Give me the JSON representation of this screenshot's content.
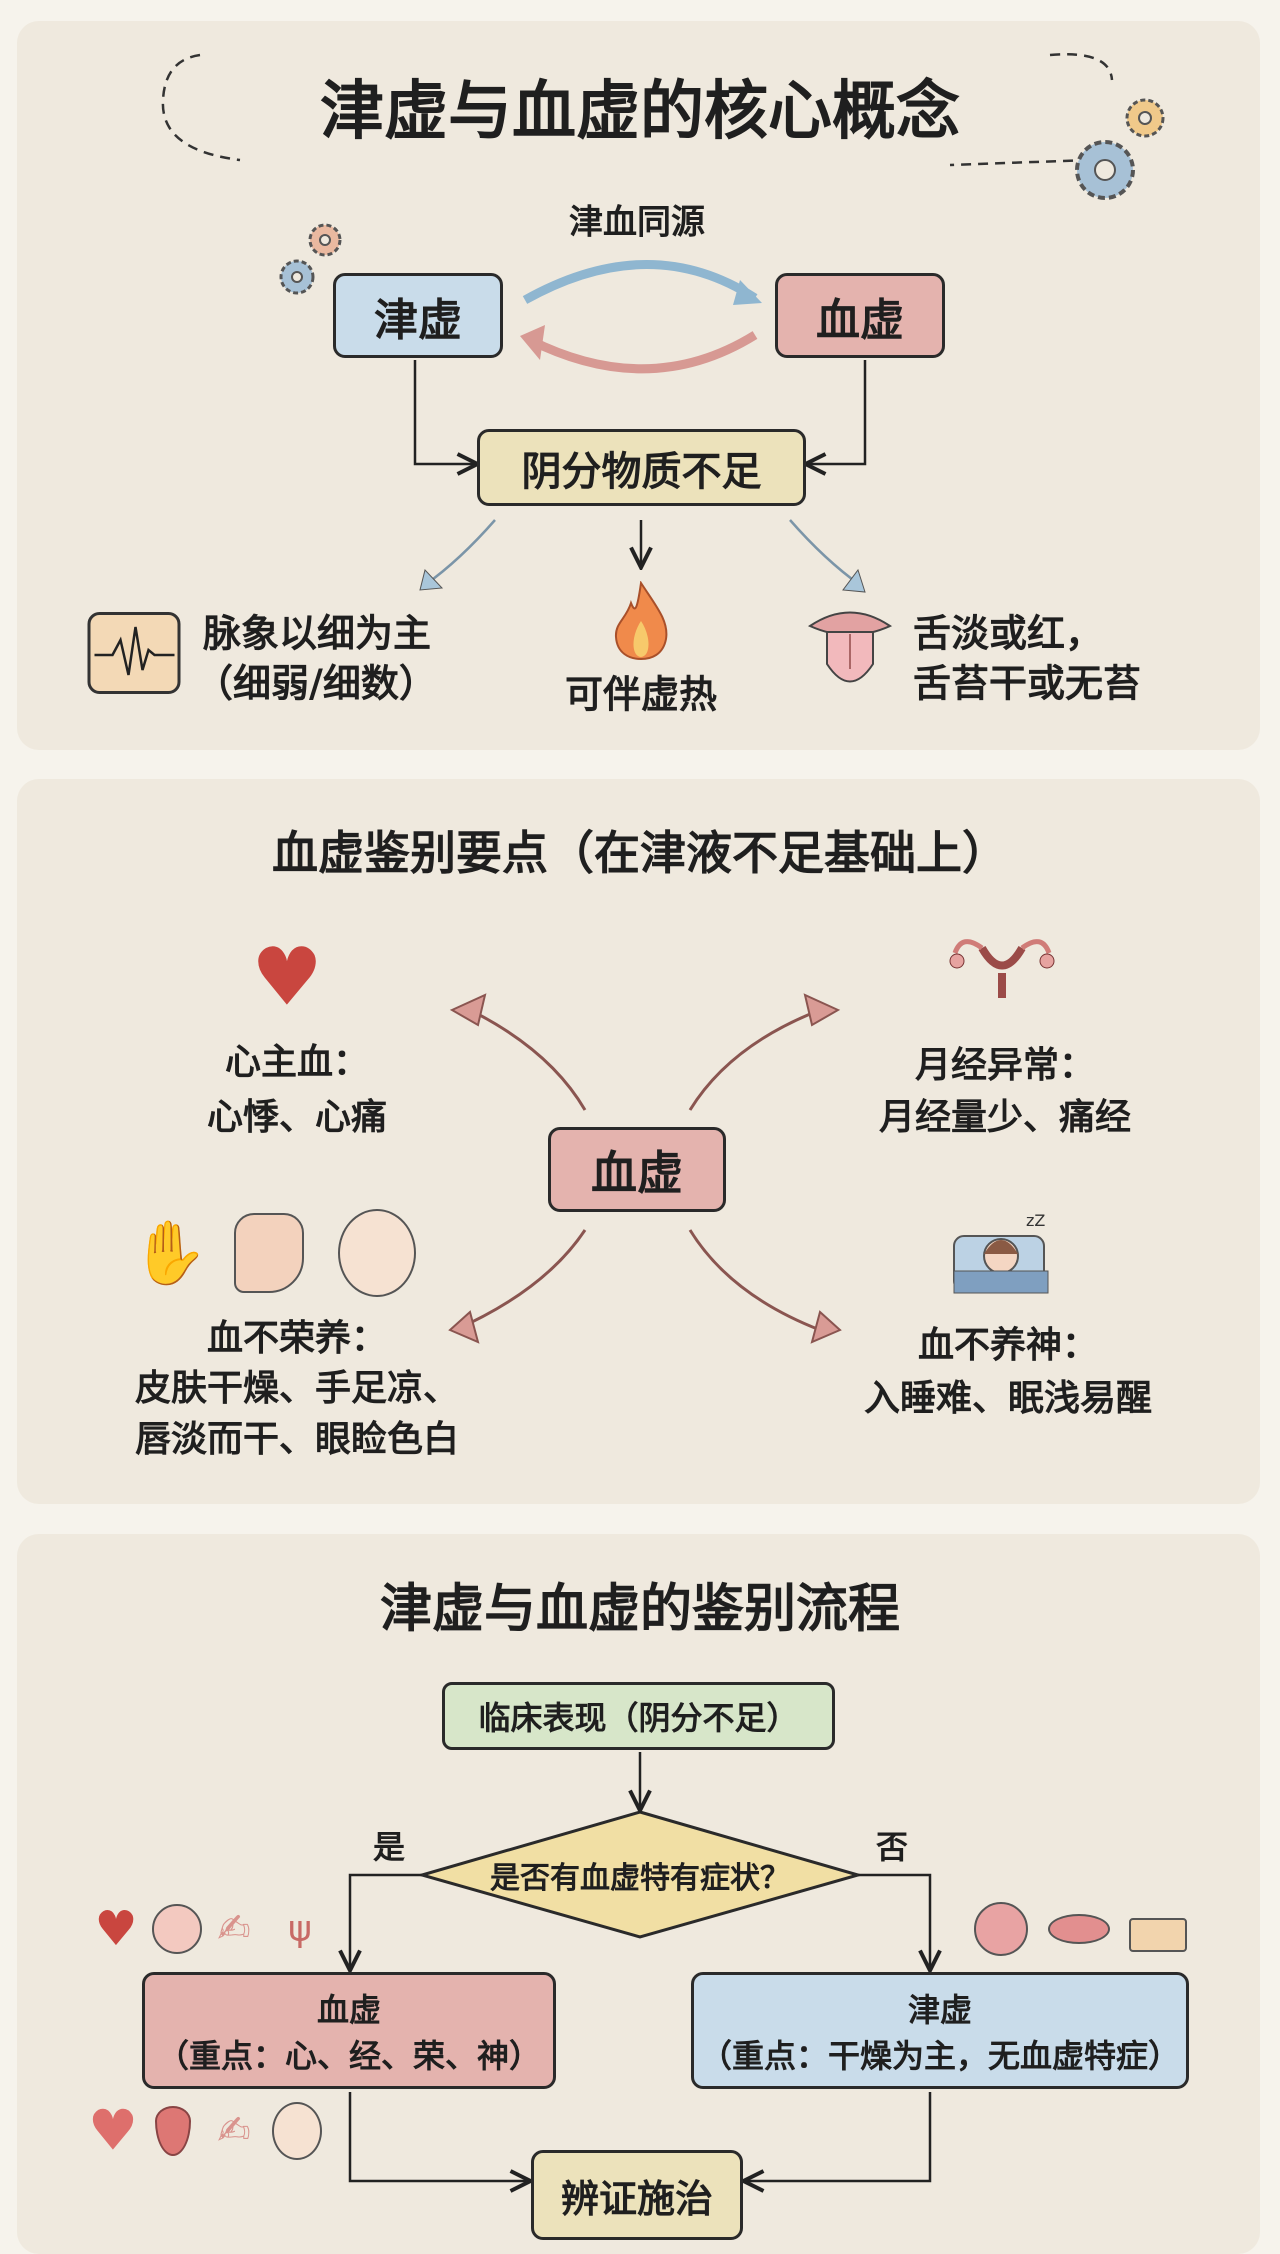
{
  "concept": {
    "title": "津虚与血虚的核心概念",
    "same_source": "津血同源",
    "jin_xu": "津虚",
    "xue_xu": "血虚",
    "yin_deficiency": "阴分物质不足",
    "pulse": [
      "脉象以细为主",
      "（细弱/细数）"
    ],
    "heat": "可伴虚热",
    "tongue": [
      "舌淡或红，",
      "舌苔干或无苔"
    ]
  },
  "differentiation": {
    "title": "血虚鉴别要点（在津液不足基础上）",
    "center": "血虚",
    "heart": {
      "title": "心主血：",
      "detail": "心悸、心痛"
    },
    "menses": {
      "title": "月经异常：",
      "detail": "月经量少、痛经"
    },
    "nourish": {
      "title": "血不荣养：",
      "detail1": "皮肤干燥、手足凉、",
      "detail2": "唇淡而干、眼睑色白"
    },
    "spirit": {
      "title": "血不养神：",
      "detail": "入睡难、眠浅易醒"
    }
  },
  "flow": {
    "title": "津虚与血虚的鉴别流程",
    "start": "临床表现（阴分不足）",
    "question": "是否有血虚特有症状？",
    "yes": "是",
    "no": "否",
    "xue_xu": {
      "title": "血虚",
      "detail": "（重点：心、经、荣、神）"
    },
    "jin_xu": {
      "title": "津虚",
      "detail": "（重点：干燥为主，无血虚特症）"
    },
    "result": "辨证施治"
  },
  "colors": {
    "blue": "#c9dcea",
    "pink": "#e4b3ae",
    "tan": "#ece2bb",
    "green": "#d7e6c9",
    "yellow": "#f1dfa4"
  }
}
